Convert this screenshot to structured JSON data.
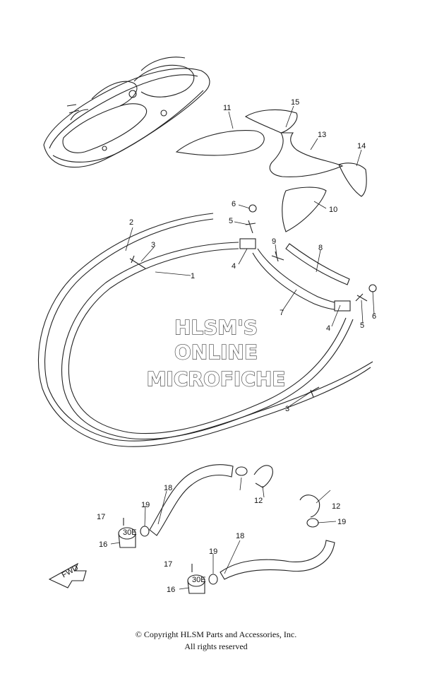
{
  "watermark": {
    "line1": "HLSM'S",
    "line2": "ONLINE",
    "line3": "MICROFICHE"
  },
  "fwd_badge": "FWD",
  "cap_text": "30E",
  "callouts": [
    {
      "id": "c1",
      "label": "1"
    },
    {
      "id": "c2",
      "label": "2"
    },
    {
      "id": "c3a",
      "label": "3"
    },
    {
      "id": "c3b",
      "label": "3"
    },
    {
      "id": "c4a",
      "label": "4"
    },
    {
      "id": "c4b",
      "label": "4"
    },
    {
      "id": "c5a",
      "label": "5"
    },
    {
      "id": "c5b",
      "label": "5"
    },
    {
      "id": "c6a",
      "label": "6"
    },
    {
      "id": "c6b",
      "label": "6"
    },
    {
      "id": "c7",
      "label": "7"
    },
    {
      "id": "c8",
      "label": "8"
    },
    {
      "id": "c9",
      "label": "9"
    },
    {
      "id": "c10",
      "label": "10"
    },
    {
      "id": "c11",
      "label": "11"
    },
    {
      "id": "c12a",
      "label": "12"
    },
    {
      "id": "c12b",
      "label": "12"
    },
    {
      "id": "c13",
      "label": "13"
    },
    {
      "id": "c14",
      "label": "14"
    },
    {
      "id": "c15",
      "label": "15"
    },
    {
      "id": "c16a",
      "label": "16"
    },
    {
      "id": "c16b",
      "label": "16"
    },
    {
      "id": "c17a",
      "label": "17"
    },
    {
      "id": "c17b",
      "label": "17"
    },
    {
      "id": "c18a",
      "label": "18"
    },
    {
      "id": "c18b",
      "label": "18"
    },
    {
      "id": "c19a",
      "label": "19"
    },
    {
      "id": "c19b",
      "label": "19"
    },
    {
      "id": "c19c",
      "label": "19"
    }
  ],
  "footer": {
    "copyright": "© Copyright HLSM Parts and Accessories, Inc.",
    "rights": "All rights reserved"
  }
}
